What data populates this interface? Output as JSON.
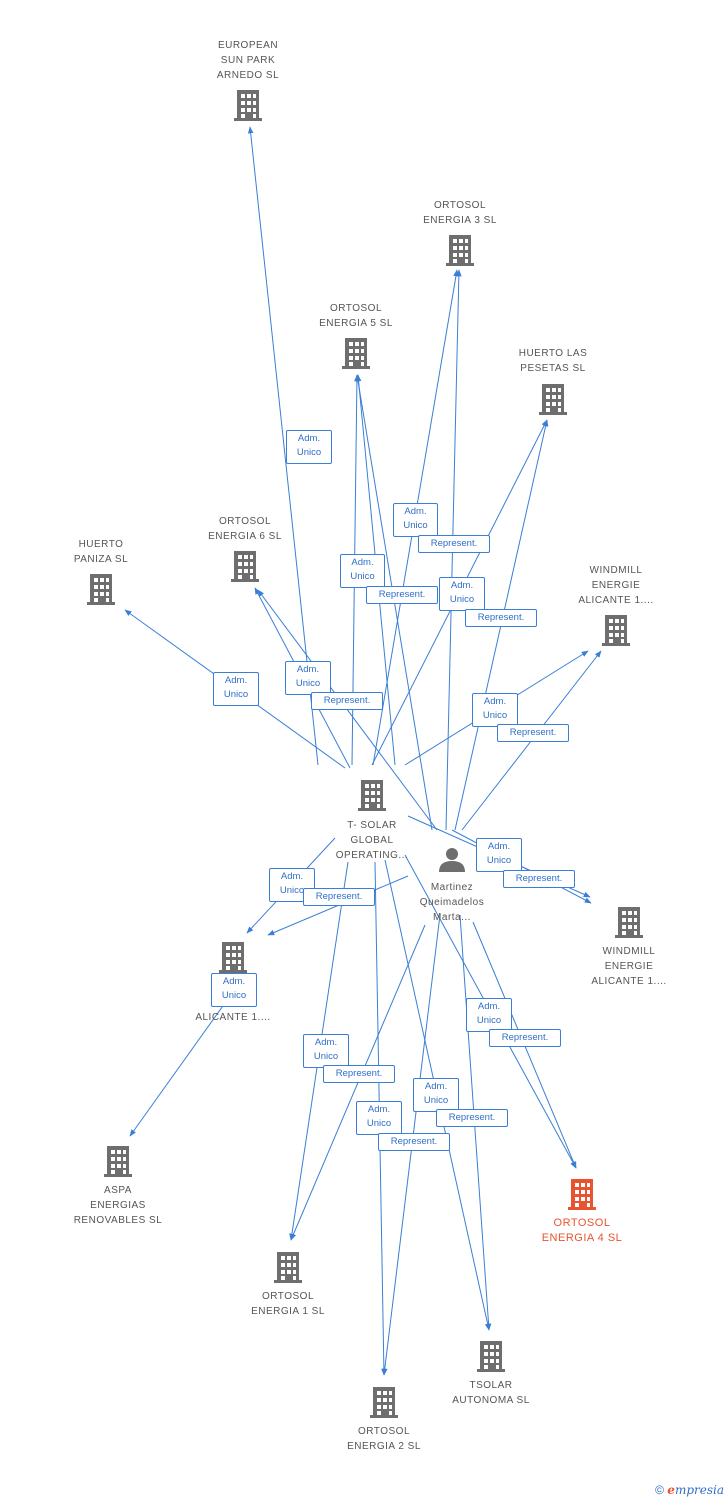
{
  "colors": {
    "edge": "#3a7fd5",
    "building": "#6e6e6e",
    "focus": "#e8542f",
    "label": "#555555"
  },
  "nodes": [
    {
      "id": "european",
      "label": "EUROPEAN\nSUN PARK\nARNEDO SL",
      "icon": "building-icon"
    },
    {
      "id": "ortosol3",
      "label": "ORTOSOL\nENERGIA 3 SL",
      "icon": "building-icon"
    },
    {
      "id": "ortosol5",
      "label": "ORTOSOL\nENERGIA 5 SL",
      "icon": "building-icon"
    },
    {
      "id": "pesetas",
      "label": "HUERTO LAS\nPESETAS SL",
      "icon": "building-icon"
    },
    {
      "id": "ortosol6",
      "label": "ORTOSOL\nENERGIA 6 SL",
      "icon": "building-icon"
    },
    {
      "id": "paniza",
      "label": "HUERTO\nPANIZA SL",
      "icon": "building-icon"
    },
    {
      "id": "windmill_a",
      "label": "WINDMILL\nENERGIE\nALICANTE 1....",
      "icon": "building-icon"
    },
    {
      "id": "tsolar_global",
      "label": "T- SOLAR\nGLOBAL\nOPERATING...",
      "icon": "building-icon"
    },
    {
      "id": "martinez",
      "label": "Martinez\nQueimadelos\nMarta...",
      "icon": "person-icon"
    },
    {
      "id": "windmill_b",
      "label": "WINDMILL\nENERGIE\nALICANTE 1....",
      "icon": "building-icon"
    },
    {
      "id": "windmill_c",
      "label": "W\nE\nALICANTE 1....",
      "icon": "building-icon"
    },
    {
      "id": "aspa",
      "label": "ASPA\nENERGIAS\nRENOVABLES SL",
      "icon": "building-icon"
    },
    {
      "id": "ortosol4",
      "label": "ORTOSOL\nENERGIA 4 SL",
      "icon": "building-icon",
      "focus": true
    },
    {
      "id": "ortosol1",
      "label": "ORTOSOL\nENERGIA 1 SL",
      "icon": "building-icon"
    },
    {
      "id": "tsolar_aut",
      "label": "TSOLAR\nAUTONOMA  SL",
      "icon": "building-icon"
    },
    {
      "id": "ortosol2",
      "label": "ORTOSOL\nENERGIA 2 SL",
      "icon": "building-icon"
    }
  ],
  "edge_labels": [
    "Adm.\nUnico",
    "Adm.\nUnico",
    "Represent.",
    "Adm.\nUnico",
    "Represent.",
    "Adm.\nUnico",
    "Represent.",
    "Adm.\nUnico",
    "Adm.\nUnico",
    "Represent.",
    "Adm.\nUnico",
    "Represent.",
    "Adm.\nUnico",
    "Represent.",
    "Adm.\nUnico",
    "Represent.",
    "Adm.\nUnico",
    "Adm.\nUnico",
    "Represent.",
    "Adm.\nUnico",
    "Represent.",
    "Adm.\nUnico",
    "Represent.",
    "Adm.\nUnico",
    "Represent."
  ],
  "footer": {
    "copyright": "©",
    "brand_initial": "e",
    "brand_rest": "mpresia"
  }
}
